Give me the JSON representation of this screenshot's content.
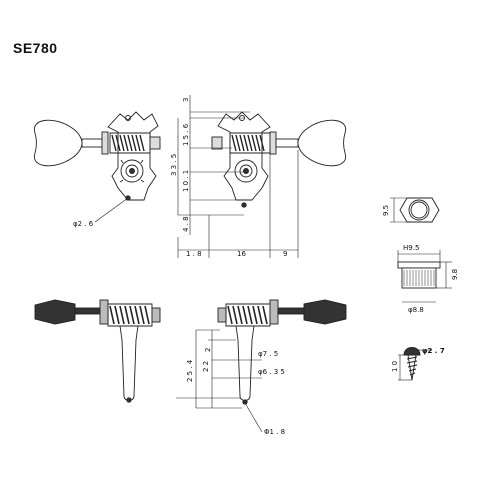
{
  "title": "SE780",
  "dims": {
    "d3": "3",
    "d15_6": "1 5 . 6",
    "d33_5": "3 3 . 5",
    "d10_1": "1 0 . 1",
    "d4_8": "4 . 8",
    "d1_8": "1 . 8",
    "d16": "16",
    "d9": "9",
    "hole_26": "φ2 . 6",
    "nut_95": "9.5",
    "h95": "H9.5",
    "d98": "9.8",
    "phi88": "φ8.8",
    "d25_4": "2 5 . 4",
    "d22": "2 2",
    "d2": "2",
    "phi75": "φ7 . 5",
    "phi635": "φ6 . 3 5",
    "phi18": "Φ1 . 8",
    "phi27": "φ2 . 7",
    "d10": "1 0"
  }
}
